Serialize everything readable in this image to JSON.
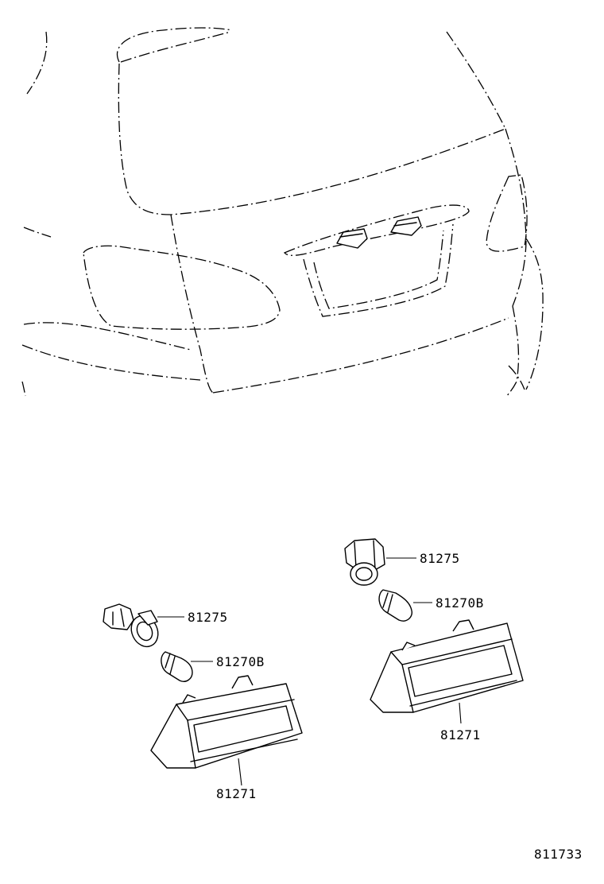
{
  "diagram": {
    "figure_code": "811733",
    "callouts": {
      "left_socket": "81275",
      "left_bulb": "81270B",
      "left_lens": "81271",
      "right_socket": "81275",
      "right_bulb": "81270B",
      "right_lens": "81271"
    }
  }
}
